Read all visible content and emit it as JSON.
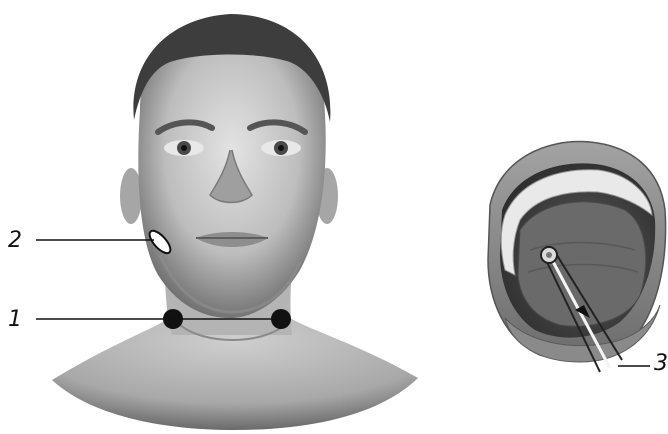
{
  "labels": {
    "marker_1": "1",
    "marker_2": "2",
    "marker_3": "3"
  },
  "colors": {
    "background": "#ffffff",
    "line": "#111111",
    "marker_fill": "#111111",
    "skin_light": "#e6e6e6",
    "skin_mid": "#b9b9b9",
    "skin_dark": "#6f6f6f",
    "hair": "#3a3a3a",
    "lips": "#8a8a8a",
    "tongue": "#5a5a5a"
  },
  "icons": {
    "head": "male-head-front-illustration",
    "mouth": "open-mouth-illustration"
  }
}
